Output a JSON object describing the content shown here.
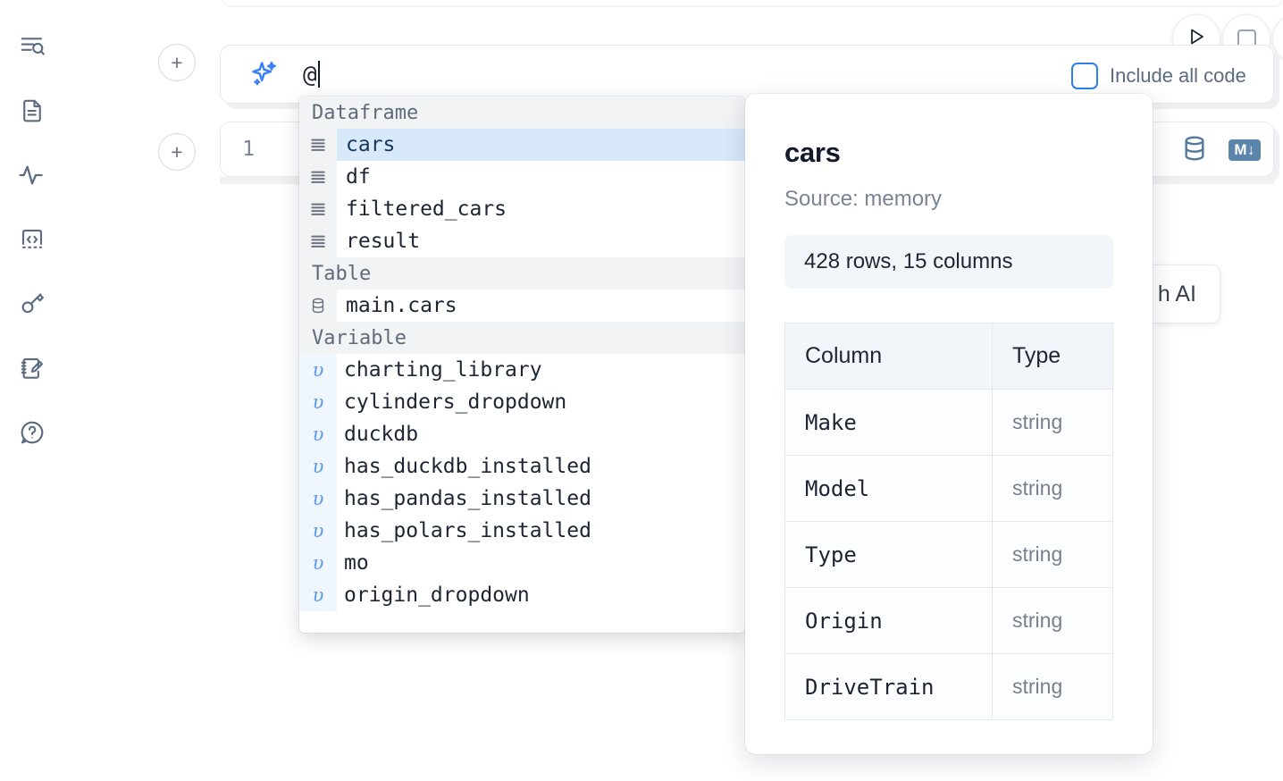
{
  "sidebar": {
    "items": [
      {
        "name": "outline-search-icon",
        "label": "Outline / Search"
      },
      {
        "name": "file-document-icon",
        "label": "Notebook file"
      },
      {
        "name": "activity-pulse-icon",
        "label": "Activity"
      },
      {
        "name": "code-snippet-icon",
        "label": "Snippets"
      },
      {
        "name": "key-secrets-icon",
        "label": "Secrets"
      },
      {
        "name": "scratchpad-edit-icon",
        "label": "Scratchpad"
      },
      {
        "name": "help-question-icon",
        "label": "Help"
      }
    ]
  },
  "toolbar": {
    "run_label": "Run",
    "stop_label": "Stop",
    "include_all_code_label": "Include all code",
    "include_all_code_checked": false,
    "accent_color": "#2f7fef"
  },
  "ai_prompt": {
    "value": "@",
    "icon": "sparkles-icon",
    "icon_color": "#3b82f6"
  },
  "code_cell": {
    "line_number": "1",
    "database_icon": "database-icon",
    "markdown_badge": "M↓",
    "badge_color": "#5c85ad"
  },
  "ai_card": {
    "label": "h AI"
  },
  "autocomplete": {
    "sections": [
      {
        "title": "Dataframe",
        "icon": "dataframe-icon",
        "items": [
          {
            "name": "cars",
            "type": "in-memory",
            "selected": true
          },
          {
            "name": "df",
            "type": "in-memory",
            "selected": false
          },
          {
            "name": "filtered_cars",
            "type": "in-memory",
            "selected": false
          },
          {
            "name": "result",
            "type": "in-memory",
            "selected": false
          }
        ]
      },
      {
        "title": "Table",
        "icon": "database-icon",
        "items": [
          {
            "name": "main.cars",
            "type": "in-memory",
            "selected": false
          }
        ]
      },
      {
        "title": "Variable",
        "icon": "variable-icon",
        "items": [
          {
            "name": "charting_library",
            "type": "radio",
            "selected": false
          },
          {
            "name": "cylinders_dropdown",
            "type": "range_slider",
            "selected": false
          },
          {
            "name": "duckdb",
            "type": "module",
            "selected": false
          },
          {
            "name": "has_duckdb_installed",
            "type": "bool",
            "selected": false
          },
          {
            "name": "has_pandas_installed",
            "type": "bool",
            "selected": false
          },
          {
            "name": "has_polars_installed",
            "type": "bool",
            "selected": false
          },
          {
            "name": "mo",
            "type": "module",
            "selected": false
          },
          {
            "name": "origin_dropdown",
            "type": "dropdown",
            "selected": false
          }
        ]
      }
    ]
  },
  "docs": {
    "title": "cars",
    "source": "Source: memory",
    "shape": "428 rows, 15 columns",
    "columns_header": "Column",
    "type_header": "Type",
    "rows": [
      {
        "column": "Make",
        "type": "string"
      },
      {
        "column": "Model",
        "type": "string"
      },
      {
        "column": "Type",
        "type": "string"
      },
      {
        "column": "Origin",
        "type": "string"
      },
      {
        "column": "DriveTrain",
        "type": "string"
      }
    ]
  }
}
